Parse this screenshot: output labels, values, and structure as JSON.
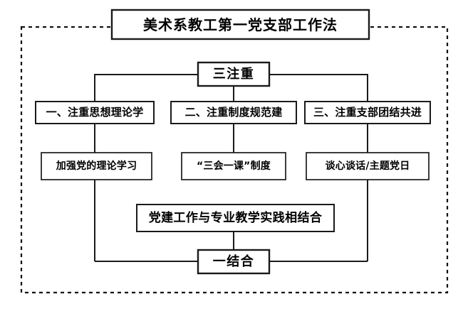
{
  "diagram": {
    "title": "美术系教工第一党支部工作法",
    "hub": "三注重",
    "branches": [
      {
        "label": "一、注重思想理论学"
      },
      {
        "label": "二、注重制度规范建"
      },
      {
        "label": "三、注重支部团结共进"
      }
    ],
    "leaves": [
      {
        "label": "加强党的理论学习"
      },
      {
        "label": "“三会一课”制度"
      },
      {
        "label": "谈心谈话/主题党日"
      }
    ],
    "combined": "党建工作与专业教学实践相结合",
    "footer": "一结合",
    "colors": {
      "line": "#1a1a1a",
      "frame": "#111111",
      "box_fill": "#ffffff",
      "text": "#000000",
      "background": "#ffffff"
    }
  }
}
